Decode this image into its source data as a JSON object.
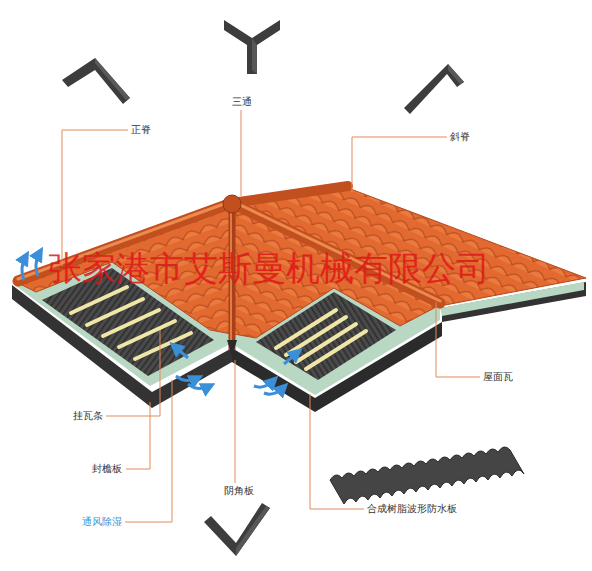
{
  "diagram": {
    "labels": [
      "正脊",
      "三通",
      "斜脊",
      "张家港市艾斯曼机械有限公司",
      "屋面瓦",
      "挂瓦条",
      "封檐板",
      "阴角板",
      "合成树脂波形防水板",
      "通风除湿"
    ]
  }
}
